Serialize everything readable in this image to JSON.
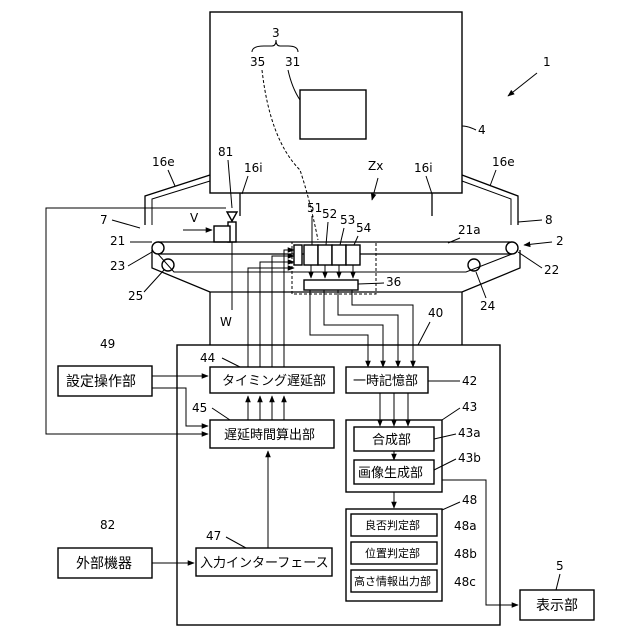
{
  "refs": {
    "r1": "1",
    "r2": "2",
    "r3": "3",
    "r35": "35",
    "r31": "31",
    "r4": "4",
    "r81": "81",
    "r16i_left": "16i",
    "r16i_right": "16i",
    "r16e_left": "16e",
    "r16e_right": "16e",
    "rZx": "Zx",
    "r7": "7",
    "r8": "8",
    "rV": "V",
    "r21": "21",
    "r21a": "21a",
    "r51": "51",
    "r52": "52",
    "r53": "53",
    "r54": "54",
    "r23": "23",
    "r22": "22",
    "r25": "25",
    "r24": "24",
    "r36": "36",
    "rW": "W",
    "r40": "40",
    "r49": "49",
    "r44": "44",
    "r42": "42",
    "r45": "45",
    "r43": "43",
    "r43a": "43a",
    "r43b": "43b",
    "r82": "82",
    "r47": "47",
    "r48": "48",
    "r48a": "48a",
    "r48b": "48b",
    "r48c": "48c",
    "r5": "5"
  },
  "blocks": {
    "setting_operation": "設定操作部",
    "timing_delay": "タイミング遅延部",
    "temp_storage": "一時記憶部",
    "delay_calc": "遅延時間算出部",
    "synthesis": "合成部",
    "image_gen": "画像生成部",
    "external_device": "外部機器",
    "input_interface": "入力インターフェース",
    "pass_fail": "良否判定部",
    "position_judge": "位置判定部",
    "height_info": "高さ情報出力部",
    "display": "表示部"
  },
  "colors": {
    "line": "#000000",
    "background": "#ffffff"
  }
}
